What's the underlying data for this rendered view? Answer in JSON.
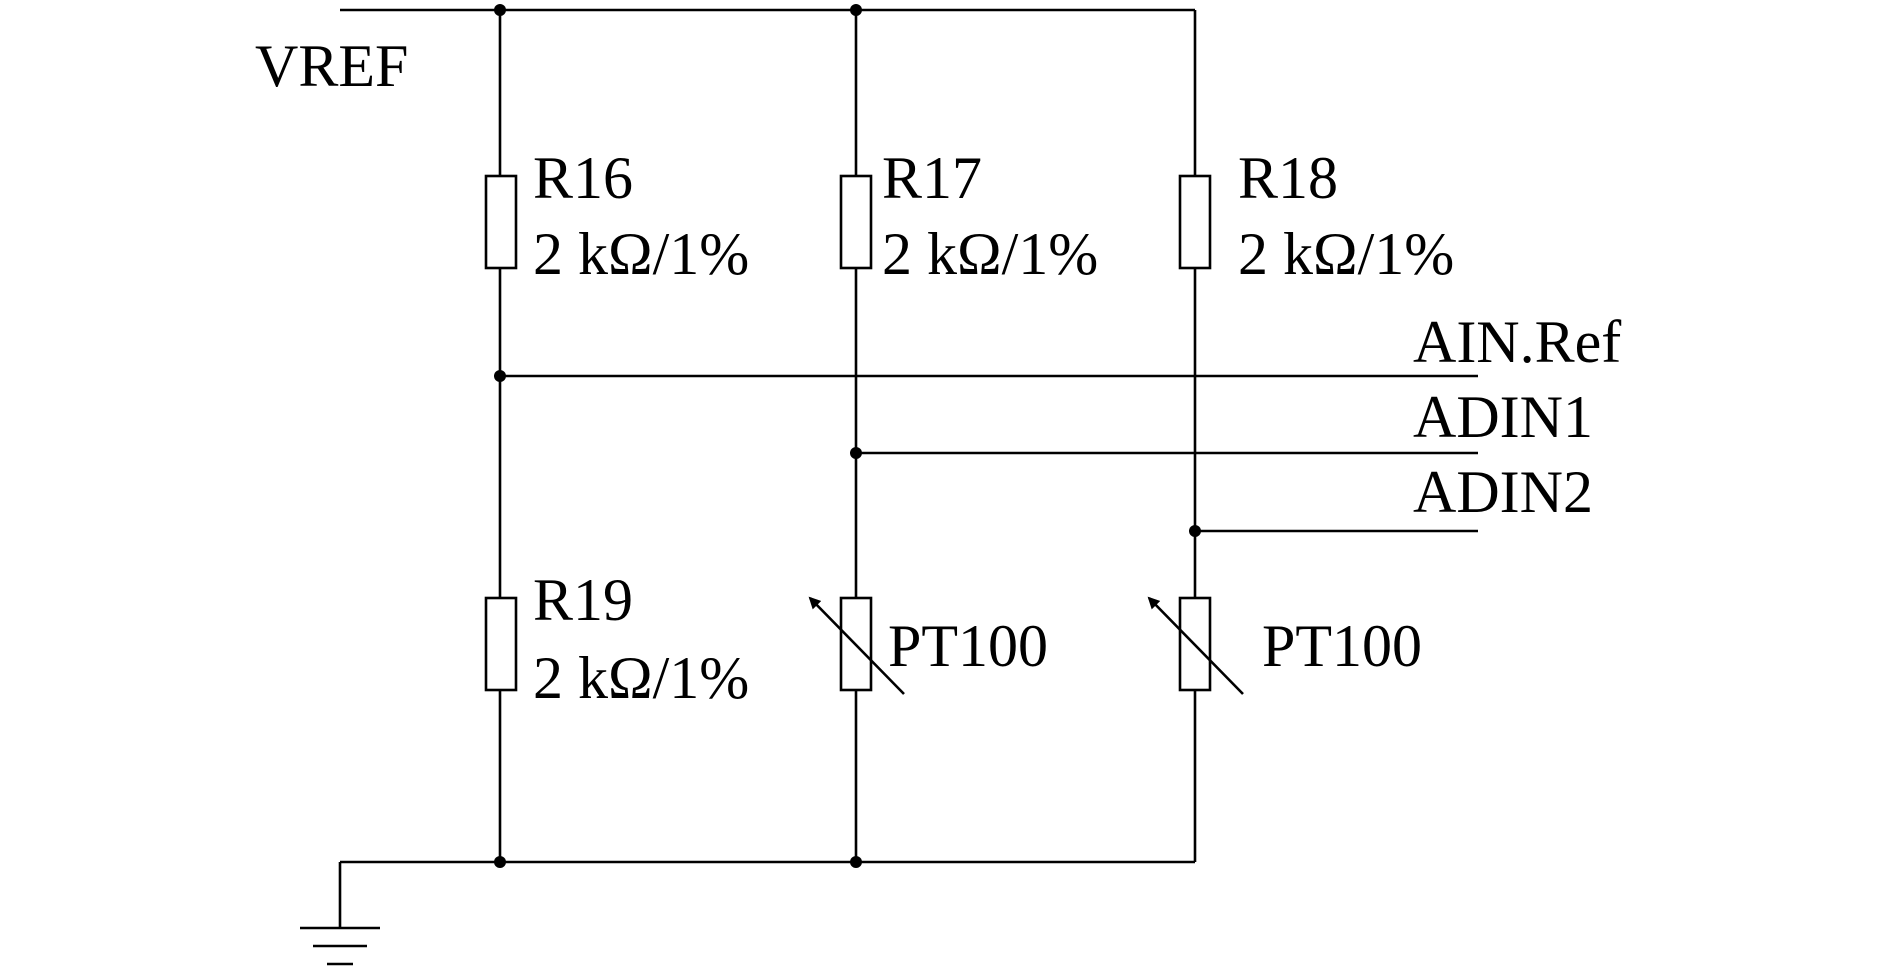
{
  "colors": {
    "line": "#000000",
    "background": "#ffffff"
  },
  "supply": {
    "label": "VREF"
  },
  "resistors": [
    {
      "designator": "R16",
      "value": "2 kΩ/1%"
    },
    {
      "designator": "R17",
      "value": "2 kΩ/1%"
    },
    {
      "designator": "R18",
      "value": "2 kΩ/1%"
    },
    {
      "designator": "R19",
      "value": "2 kΩ/1%"
    }
  ],
  "sensors": [
    {
      "label": "PT100"
    },
    {
      "label": "PT100"
    }
  ],
  "nets": [
    {
      "label": "AIN.Ref"
    },
    {
      "label": "ADIN1"
    },
    {
      "label": "ADIN2"
    }
  ],
  "ground": {
    "icon": "ground-icon"
  }
}
